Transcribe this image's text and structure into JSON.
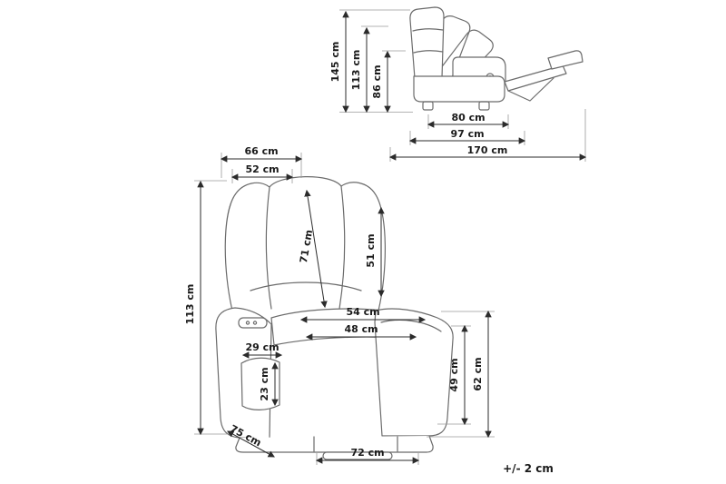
{
  "colors": {
    "background": "#ffffff",
    "drawing_line": "#6b6b6b",
    "dimension_line": "#2b2b2b",
    "label_text": "#1a1a1a"
  },
  "diagram": {
    "tolerance_note": "+/- 2 cm",
    "side_view": {
      "total_height": "145 cm",
      "backrest_height": "113 cm",
      "armrest_height": "86 cm",
      "seat_depth": "80 cm",
      "overall_depth": "97 cm",
      "reclined_length": "170 cm"
    },
    "front_view": {
      "top_width_outer": "66 cm",
      "top_width_inner": "52 cm",
      "overall_height": "113 cm",
      "backrest_diagonal": "71 cm",
      "backrest_inner_height": "51 cm",
      "seat_width_outer": "54 cm",
      "seat_width_inner": "48 cm",
      "pocket_width": "29 cm",
      "pocket_height": "23 cm",
      "seat_height": "49 cm",
      "armrest_height": "62 cm",
      "side_depth": "75 cm",
      "base_width": "72 cm"
    }
  }
}
